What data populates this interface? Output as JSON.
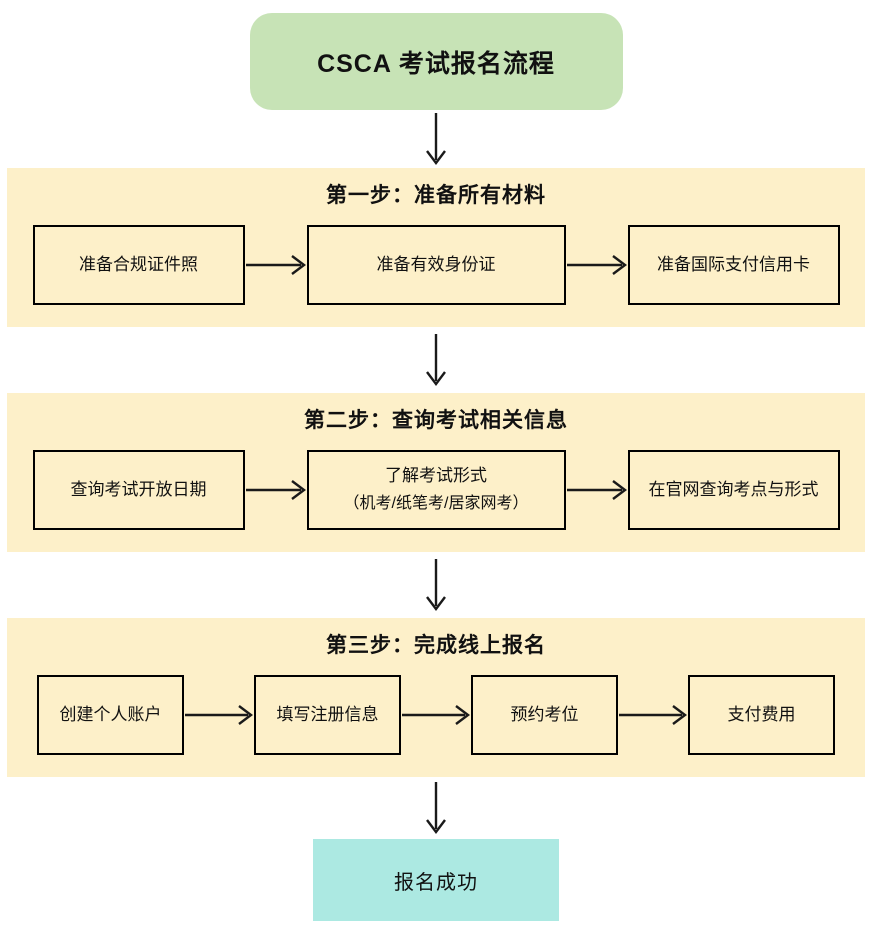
{
  "flowchart": {
    "start": {
      "label": "CSCA 考试报名流程"
    },
    "sections": [
      {
        "title": "第一步：准备所有材料",
        "steps": [
          {
            "lines": [
              "准备合规证件照"
            ]
          },
          {
            "lines": [
              "准备有效身份证"
            ]
          },
          {
            "lines": [
              "准备国际支付信用卡"
            ]
          }
        ]
      },
      {
        "title": "第二步：查询考试相关信息",
        "steps": [
          {
            "lines": [
              "查询考试开放日期"
            ]
          },
          {
            "lines": [
              "了解考试形式",
              "（机考/纸笔考/居家网考）"
            ]
          },
          {
            "lines": [
              "在官网查询考点与形式"
            ]
          }
        ]
      },
      {
        "title": "第三步：完成线上报名",
        "steps": [
          {
            "lines": [
              "创建个人账户"
            ]
          },
          {
            "lines": [
              "填写注册信息"
            ]
          },
          {
            "lines": [
              "预约考位"
            ]
          },
          {
            "lines": [
              "支付费用"
            ]
          }
        ]
      }
    ],
    "end": {
      "label": "报名成功"
    },
    "colors": {
      "start_fill": "#c7e3b6",
      "section_fill": "#fdf0c9",
      "step_fill": "#fdf0c9",
      "end_fill": "#ace9e2",
      "border": "#000000",
      "arrow": "#1a1a1a"
    }
  }
}
